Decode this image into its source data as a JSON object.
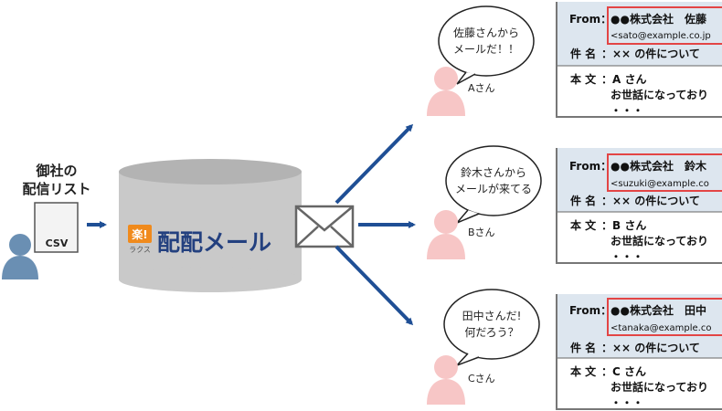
{
  "sender": {
    "title_line1": "御社の",
    "title_line2": "配信リスト",
    "file_label": "CSV"
  },
  "service": {
    "logo_kanji": "楽!",
    "logo_kana": "ラクス",
    "name": "配配メール"
  },
  "recipients": [
    {
      "name": "Aさん",
      "bubble_line1": "佐藤さんから",
      "bubble_line2": "メールだ！！",
      "from_label": "From：",
      "from_company": "●●株式会社　佐藤",
      "from_address": "<sato@example.co.jp",
      "subject_label": "件 名",
      "subject": "：×× の件について",
      "body_label": "本 文",
      "body_line1": "：A さん",
      "body_line2": "お世話になっており",
      "body_line3": "・・・"
    },
    {
      "name": "Bさん",
      "bubble_line1": "鈴木さんから",
      "bubble_line2": "メールが来てる",
      "from_label": "From：",
      "from_company": "●●株式会社　鈴木",
      "from_address": "<suzuki@example.co",
      "subject_label": "件 名",
      "subject": "：×× の件について",
      "body_label": "本 文",
      "body_line1": "：B さん",
      "body_line2": "お世話になっており",
      "body_line3": "・・・"
    },
    {
      "name": "Cさん",
      "bubble_line1": "田中さんだ!",
      "bubble_line2": "何だろう？",
      "from_label": "From：",
      "from_company": "●●株式会社　田中",
      "from_address": "<tanaka@example.co",
      "subject_label": "件 名",
      "subject": "：×× の件について",
      "body_label": "本 文",
      "body_line1": "：C さん",
      "body_line2": "お世話になっており",
      "body_line3": "・・・"
    }
  ],
  "colors": {
    "arrow": "#1f4f95",
    "sender_person": "#6a8fb3",
    "recipient_person": "#f7c6c6",
    "cylinder_body": "#c9c9c9",
    "cylinder_top": "#b3b3b3",
    "logo_orange": "#f08a1c",
    "service_text": "#23407f",
    "email_header_bg": "#dde6ef",
    "highlight_red": "#e34545"
  }
}
